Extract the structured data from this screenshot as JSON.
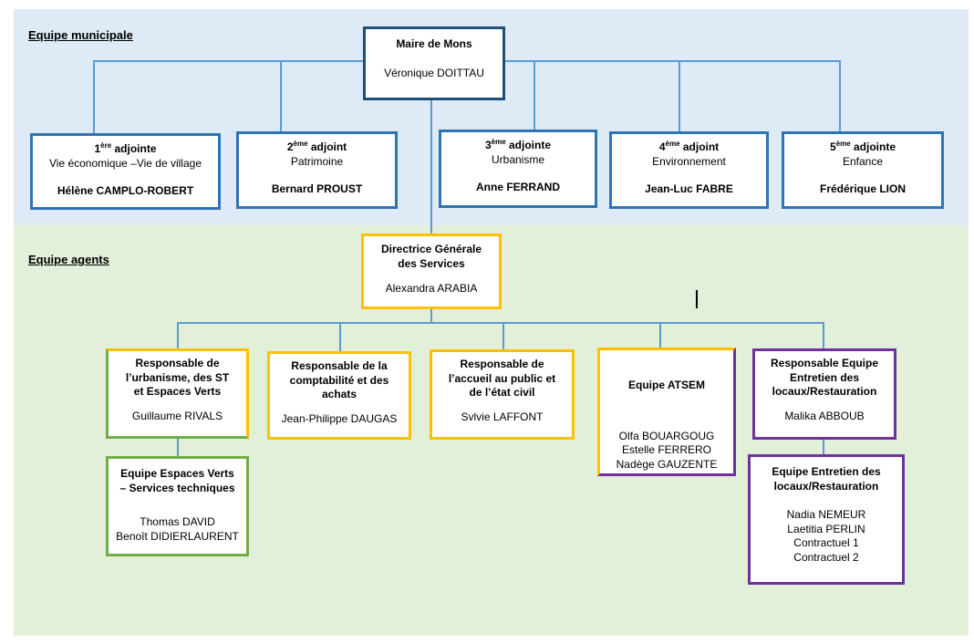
{
  "sections": {
    "municipale": {
      "label": "Equipe municipale"
    },
    "agents": {
      "label": "Equipe agents"
    }
  },
  "colors": {
    "zone_municipale_bg": "#DEEAF6",
    "zone_agents_bg": "#E2EFD9",
    "connector": "#5B9BD5",
    "maire_border": "#1F4E79",
    "adjoint_border": "#2E74B5",
    "gold_border": "#FFC000",
    "green_border": "#70AD47",
    "purple_border": "#7030A0"
  },
  "org": {
    "maire": {
      "title": "Maire de Mons",
      "name": "Véronique DOITTAU"
    },
    "adjoints": [
      {
        "num": "1",
        "sup": "ère",
        "role": " adjointe",
        "domain": "Vie économique –Vie de village",
        "name": "Hélène CAMPLO-ROBERT"
      },
      {
        "num": "2",
        "sup": "ème",
        "role": " adjoint",
        "domain": "Patrimoine",
        "name": "Bernard PROUST"
      },
      {
        "num": "3",
        "sup": "ème",
        "role": " adjointe",
        "domain": "Urbanisme",
        "name": "Anne FERRAND"
      },
      {
        "num": "4",
        "sup": "ème",
        "role": " adjoint",
        "domain": "Environnement",
        "name": "Jean-Luc FABRE"
      },
      {
        "num": "5",
        "sup": "ème",
        "role": " adjointe",
        "domain": "Enfance",
        "name": "Frédérique LION"
      }
    ],
    "dgs": {
      "title": "Directrice Générale\ndes Services",
      "name": "Alexandra ARABIA"
    },
    "responsables": {
      "urbanisme": {
        "title": "Responsable de\nl’urbanisme, des ST\net Espaces Verts",
        "name": "Guillaume RIVALS"
      },
      "comptabilite": {
        "title": "Responsable de la\ncomptabilité et des\nachats",
        "name": "Jean-Philippe DAUGAS"
      },
      "accueil": {
        "title": "Responsable de\nl’accueil au public et\nde l’état civil",
        "name": "Svlvie LAFFONT"
      },
      "atsem": {
        "title": "Equipe ATSEM",
        "names": "Olfa BOUARGOUG\nEstelle FERRERO\nNadège GAUZENTE"
      },
      "entretien": {
        "title": "Responsable Equipe\nEntretien des\nlocaux/Restauration",
        "name": "Malika ABBOUB"
      }
    },
    "equipes": {
      "espaces_verts": {
        "title": "Equipe Espaces Verts\n– Services techniques",
        "names": "Thomas DAVID\nBenoît DIDIERLAURENT"
      },
      "entretien": {
        "title": "Equipe Entretien des\nlocaux/Restauration",
        "names": "Nadia NEMEUR\nLaetitia PERLIN\nContractuel 1\nContractuel 2"
      }
    }
  }
}
